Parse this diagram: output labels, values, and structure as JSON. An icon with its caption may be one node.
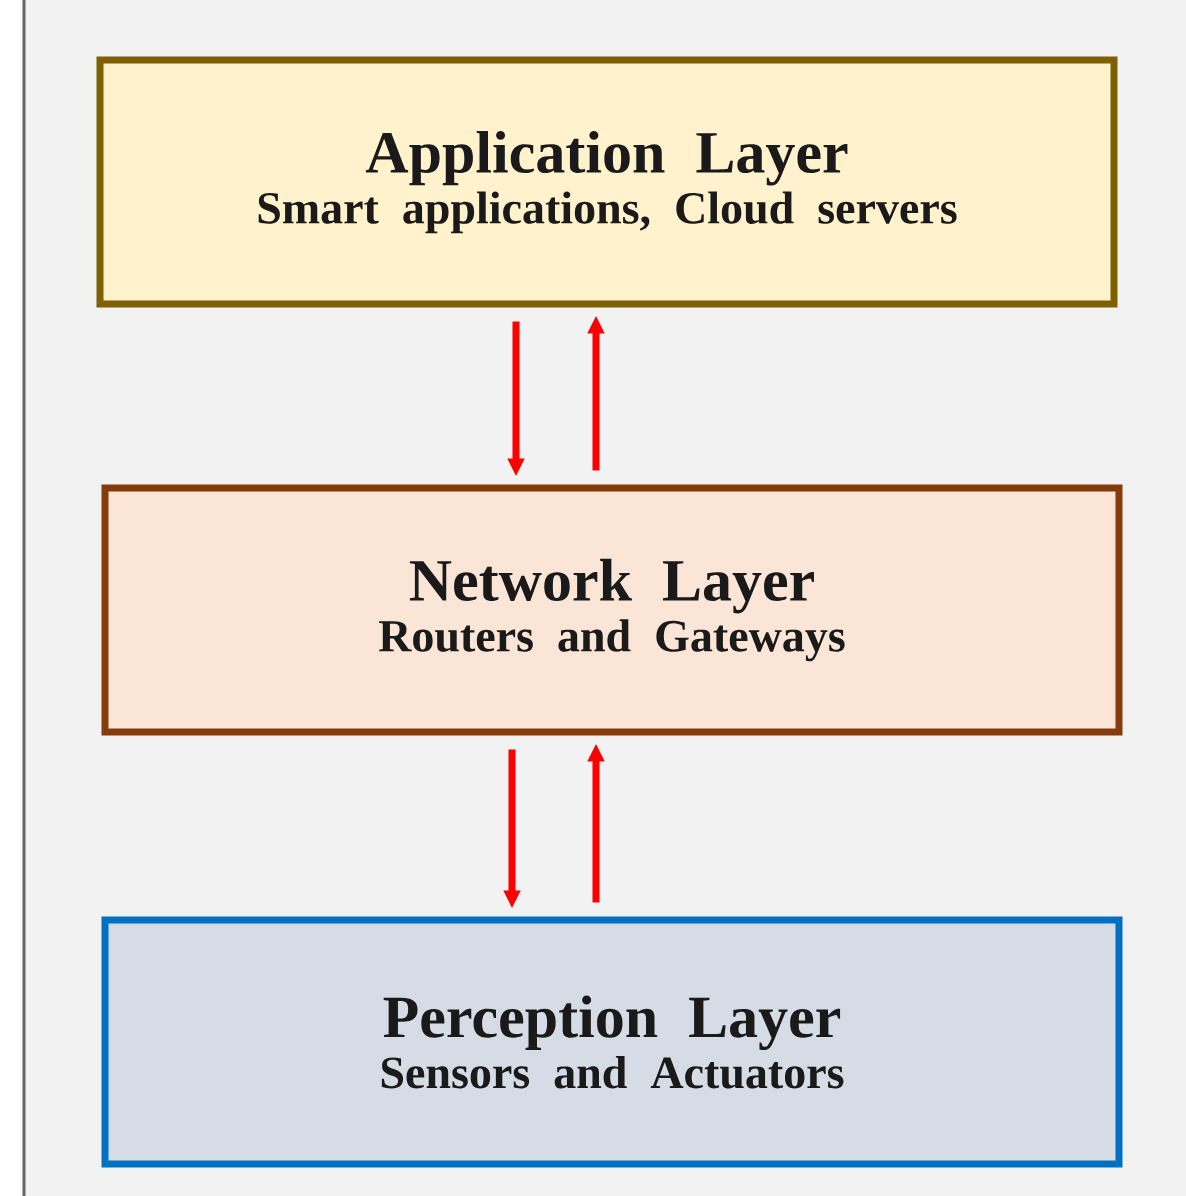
{
  "diagram": {
    "nodes": [
      {
        "text": [
          "Application Layer",
          "Smart applications, Cloud servers"
        ]
      },
      {
        "text": [
          "Network Layer",
          "Routers and Gateways"
        ]
      },
      {
        "text": [
          "Perception Layer",
          "Sensors and Actuators"
        ]
      }
    ],
    "edges": [
      {
        "from": 0,
        "to": 1,
        "arrow": "to"
      },
      {
        "from": 1,
        "to": 0,
        "arrow": "to"
      },
      {
        "from": 1,
        "to": 2,
        "arrow": "to"
      },
      {
        "from": 2,
        "to": 1,
        "arrow": "to"
      }
    ]
  }
}
